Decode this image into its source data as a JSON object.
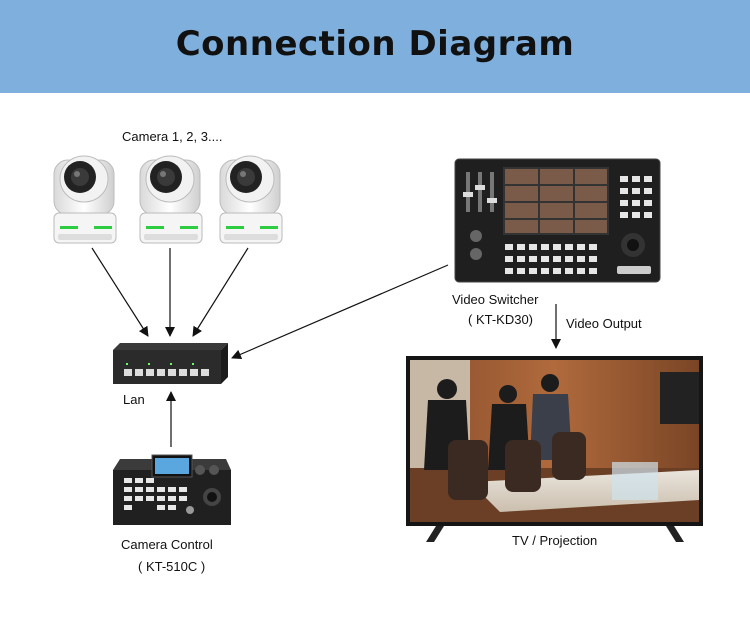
{
  "header": {
    "title": "Connection Diagram",
    "background": "#7fb0dd"
  },
  "cameras": {
    "label": "Camera 1, 2, 3...."
  },
  "switcher": {
    "label": "Video Switcher",
    "model": "( KT-KD30)"
  },
  "output": {
    "label": "Video Output"
  },
  "lan": {
    "label": "Lan"
  },
  "controller": {
    "label": "Camera Control",
    "model": "( KT-510C )"
  },
  "tv": {
    "label": "TV / Projection"
  }
}
